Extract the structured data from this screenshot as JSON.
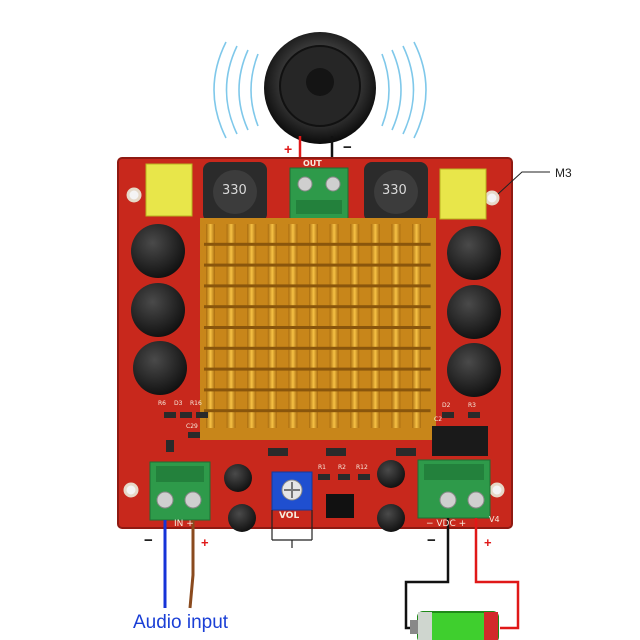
{
  "labels": {
    "m3": "M3",
    "audio_input": "Audio input",
    "output_plus": "+",
    "output_minus": "−",
    "input_minus": "−",
    "input_plus": "+",
    "power_minus": "−",
    "power_plus": "+"
  },
  "board_markings": {
    "out": "OUT",
    "inductor_left": "330",
    "inductor_right": "330",
    "input": "IN +",
    "vol": "VOL",
    "power": "− VDC +",
    "v4": "V4",
    "refs": [
      "R6",
      "D3",
      "R16",
      "C29",
      "R1",
      "R2",
      "R12",
      "D2",
      "R3",
      "C2"
    ]
  },
  "colors": {
    "pcb": "#c8281c",
    "heatsink": "#e6a21f",
    "terminal": "#2e9a4a",
    "audio_wire_signal": "#1633d8",
    "audio_wire_ground": "#8a4a1e",
    "power_wire_positive": "#e01818",
    "power_wire_negative": "#111111",
    "battery": "#3fcf2e"
  },
  "icons": [
    "speaker-icon",
    "battery-icon",
    "sound-wave-icon"
  ]
}
